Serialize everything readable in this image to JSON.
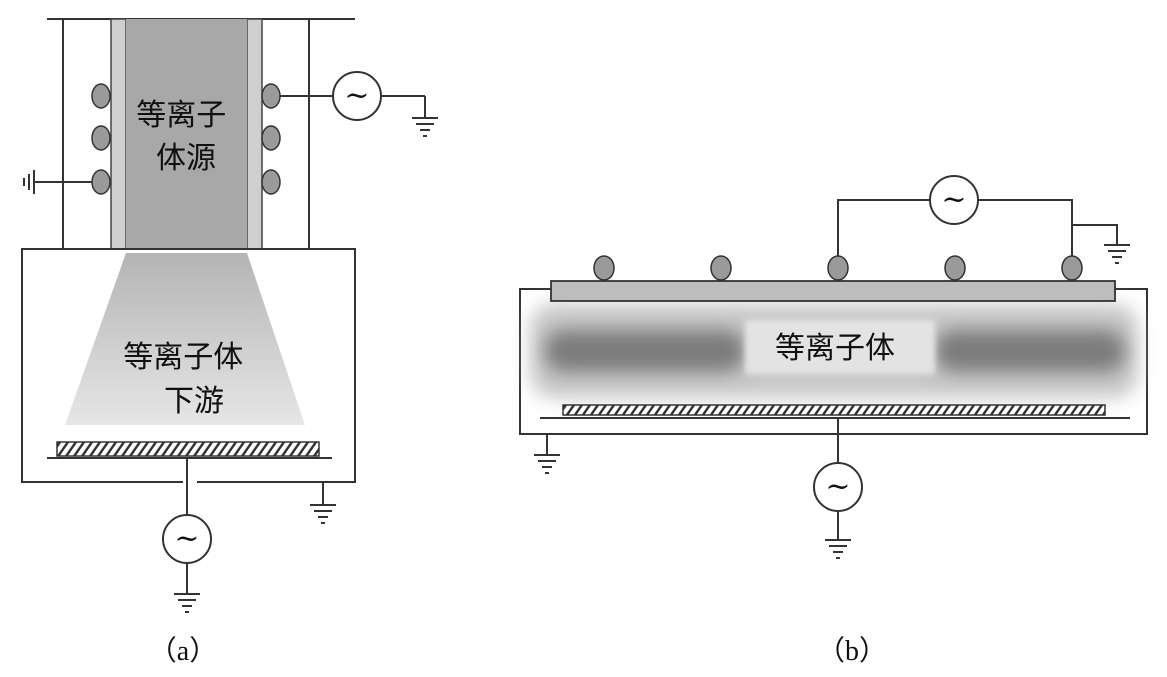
{
  "diagram_a": {
    "source_label_line1": "等离子",
    "source_label_line2": "体源",
    "downstream_label_line1": "等离子体",
    "downstream_label_line2": "下游",
    "caption": "（a）",
    "ac_symbol": "~"
  },
  "diagram_b": {
    "plasma_label": "等离子体",
    "caption": "（b）",
    "ac_symbol": "~"
  }
}
